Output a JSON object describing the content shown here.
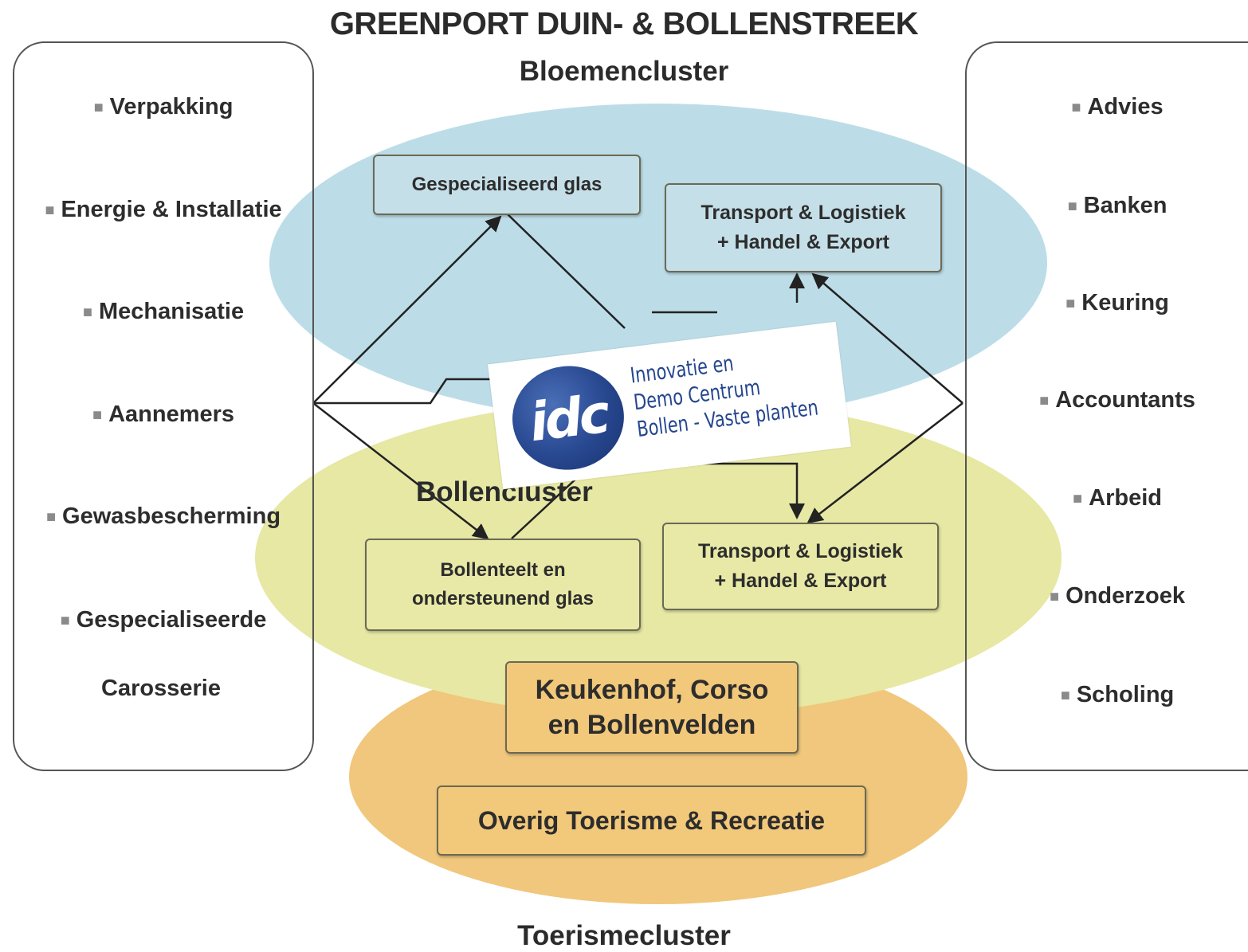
{
  "title": "GREENPORT DUIN- & BOLLENSTREEK",
  "clusters": {
    "bloemen": "Bloemencluster",
    "bollen": "Bollencluster",
    "toerisme": "Toerismecluster"
  },
  "left_panel": {
    "items": [
      "Verpakking",
      "Energie & Installatie",
      "Mechanisatie",
      "Aannemers",
      "Gewasbescherming",
      "Gespecialiseerde",
      "Carosserie"
    ]
  },
  "right_panel": {
    "items": [
      "Advies",
      "Banken",
      "Keuring",
      "Accountants",
      "Arbeid",
      "Onderzoek",
      "Scholing"
    ]
  },
  "boxes": {
    "glas": "Gespecialiseerd glas",
    "tl_top_line1": "Transport & Logistiek",
    "tl_top_line2": "+ Handel & Export",
    "bollenteelt_line1": "Bollenteelt en",
    "bollenteelt_line2": "ondersteunend glas",
    "tl_bottom_line1": "Transport & Logistiek",
    "tl_bottom_line2": "+ Handel & Export",
    "keukenhof_line1": "Keukenhof, Corso",
    "keukenhof_line2": "en Bollenvelden",
    "overig": "Overig Toerisme & Recreatie"
  },
  "idc": {
    "logo_text": "idc",
    "line1": "Innovatie en",
    "line2": "Demo Centrum",
    "line3": "Bollen - Vaste planten"
  },
  "colors": {
    "bloemen_ellipse": "#bcdde8",
    "bollen_ellipse": "#e6e8a4",
    "toerisme_ellipse": "#f0c77c",
    "idc_blue": "#24468f"
  }
}
